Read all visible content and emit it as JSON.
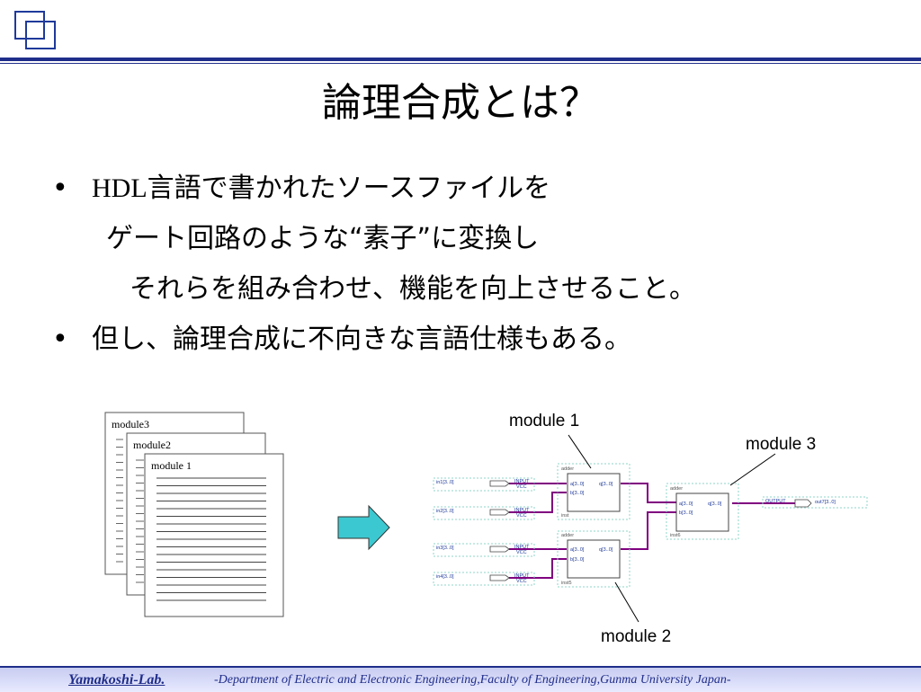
{
  "title": "論理合成とは？",
  "bullets": [
    {
      "prefix": "HDL",
      "text": "言語で書かれたソースファイルを"
    },
    {
      "text": "ゲート回路のような“素子”に変換し"
    },
    {
      "text": "それらを組み合わせ、機能を向上させること。"
    },
    {
      "text": "但し、論理合成に不向きな言語仕様もある。"
    }
  ],
  "bullet_symbol": "•",
  "documents": {
    "module3": "module3",
    "module2": "module2",
    "module1": "module 1"
  },
  "callouts": {
    "module1": "module 1",
    "module2": "module 2",
    "module3": "module 3"
  },
  "schematic": {
    "inputs": [
      "in1[3..0]",
      "in2[3..0]",
      "in3[3..0]",
      "in4[3..0]"
    ],
    "input_tag": "INPUT",
    "vcc": "VCC",
    "block_type": "adder",
    "port_a": "a[3..0]",
    "port_b": "b[3..0]",
    "port_q": "q[3..0]",
    "inst_top": "inst",
    "inst_bottom": "inst5",
    "inst_right": "inst6",
    "output_tag": "OUTPUT",
    "output_name": "out7[3..0]"
  },
  "footer": {
    "lab": "Yamakoshi-Lab.",
    "department": "-Department of Electric and Electronic Engineering,Faculty of Engineering,Gunma University Japan-"
  },
  "colors": {
    "accent": "#1f2d8a",
    "arrow": "#3cc8d0",
    "wire": "#800080"
  }
}
